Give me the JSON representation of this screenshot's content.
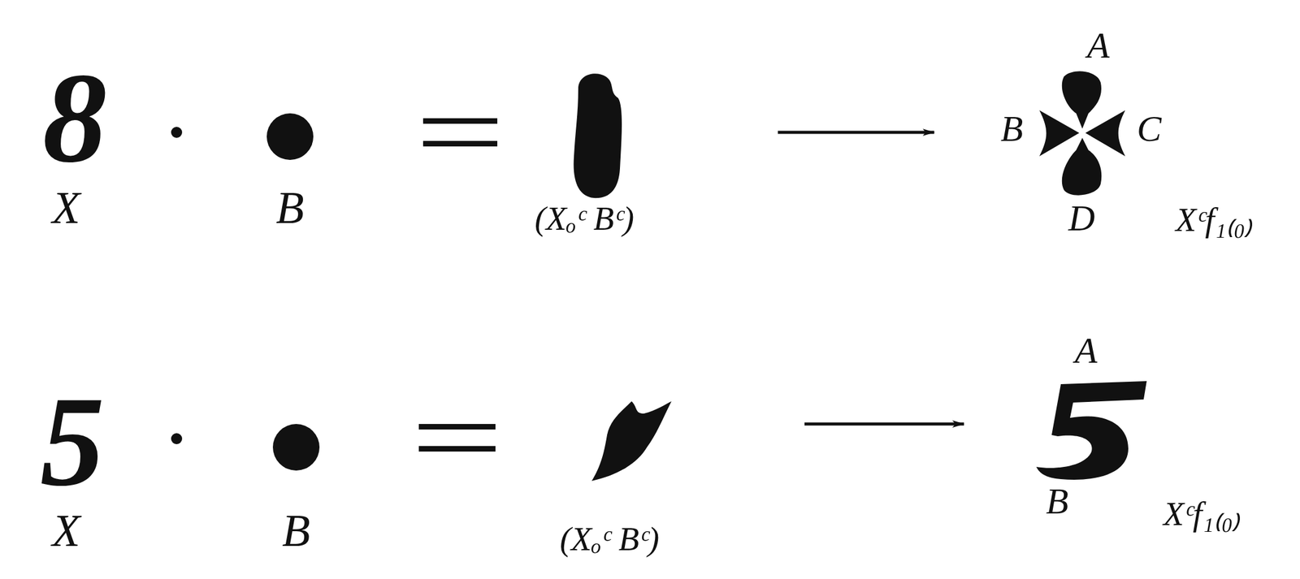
{
  "diagram": {
    "nodes": [
      {
        "text": [
          "8",
          "X"
        ]
      },
      {
        "text": [
          "B"
        ]
      },
      {
        "text": [
          "(Xₒᶜ Bᶜ)"
        ]
      },
      {
        "text": [
          "A",
          "B",
          "C",
          "D",
          "Xᶜf₁₍₀₎"
        ]
      },
      {
        "text": [
          "5",
          "X"
        ]
      },
      {
        "text": [
          "B"
        ]
      },
      {
        "text": [
          "(Xₒᶜ Bᶜ)"
        ]
      },
      {
        "text": [
          "A",
          "B",
          "Xᶜf₁₍₀₎"
        ]
      }
    ],
    "edges": [
      {
        "from": 2,
        "to": 3,
        "arrow": "to"
      },
      {
        "from": 6,
        "to": 7,
        "arrow": "to"
      }
    ]
  }
}
